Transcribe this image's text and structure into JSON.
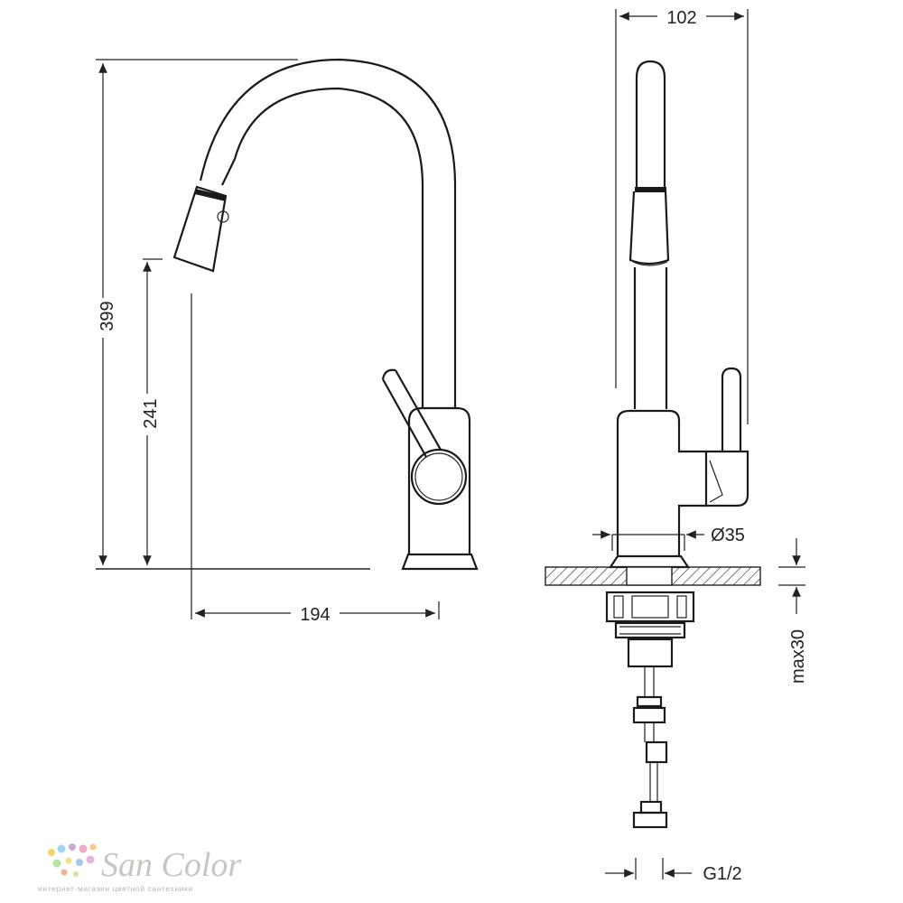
{
  "drawing": {
    "front_view": {
      "height_total": "399",
      "height_spout": "241",
      "reach": "194"
    },
    "side_view": {
      "width_top": "102",
      "body_diameter": "Ø35",
      "max_counter": "max30",
      "thread": "G1/2"
    }
  },
  "watermark": {
    "brand": "San Color",
    "tagline": "интернет-магазин цветной сантехники"
  }
}
